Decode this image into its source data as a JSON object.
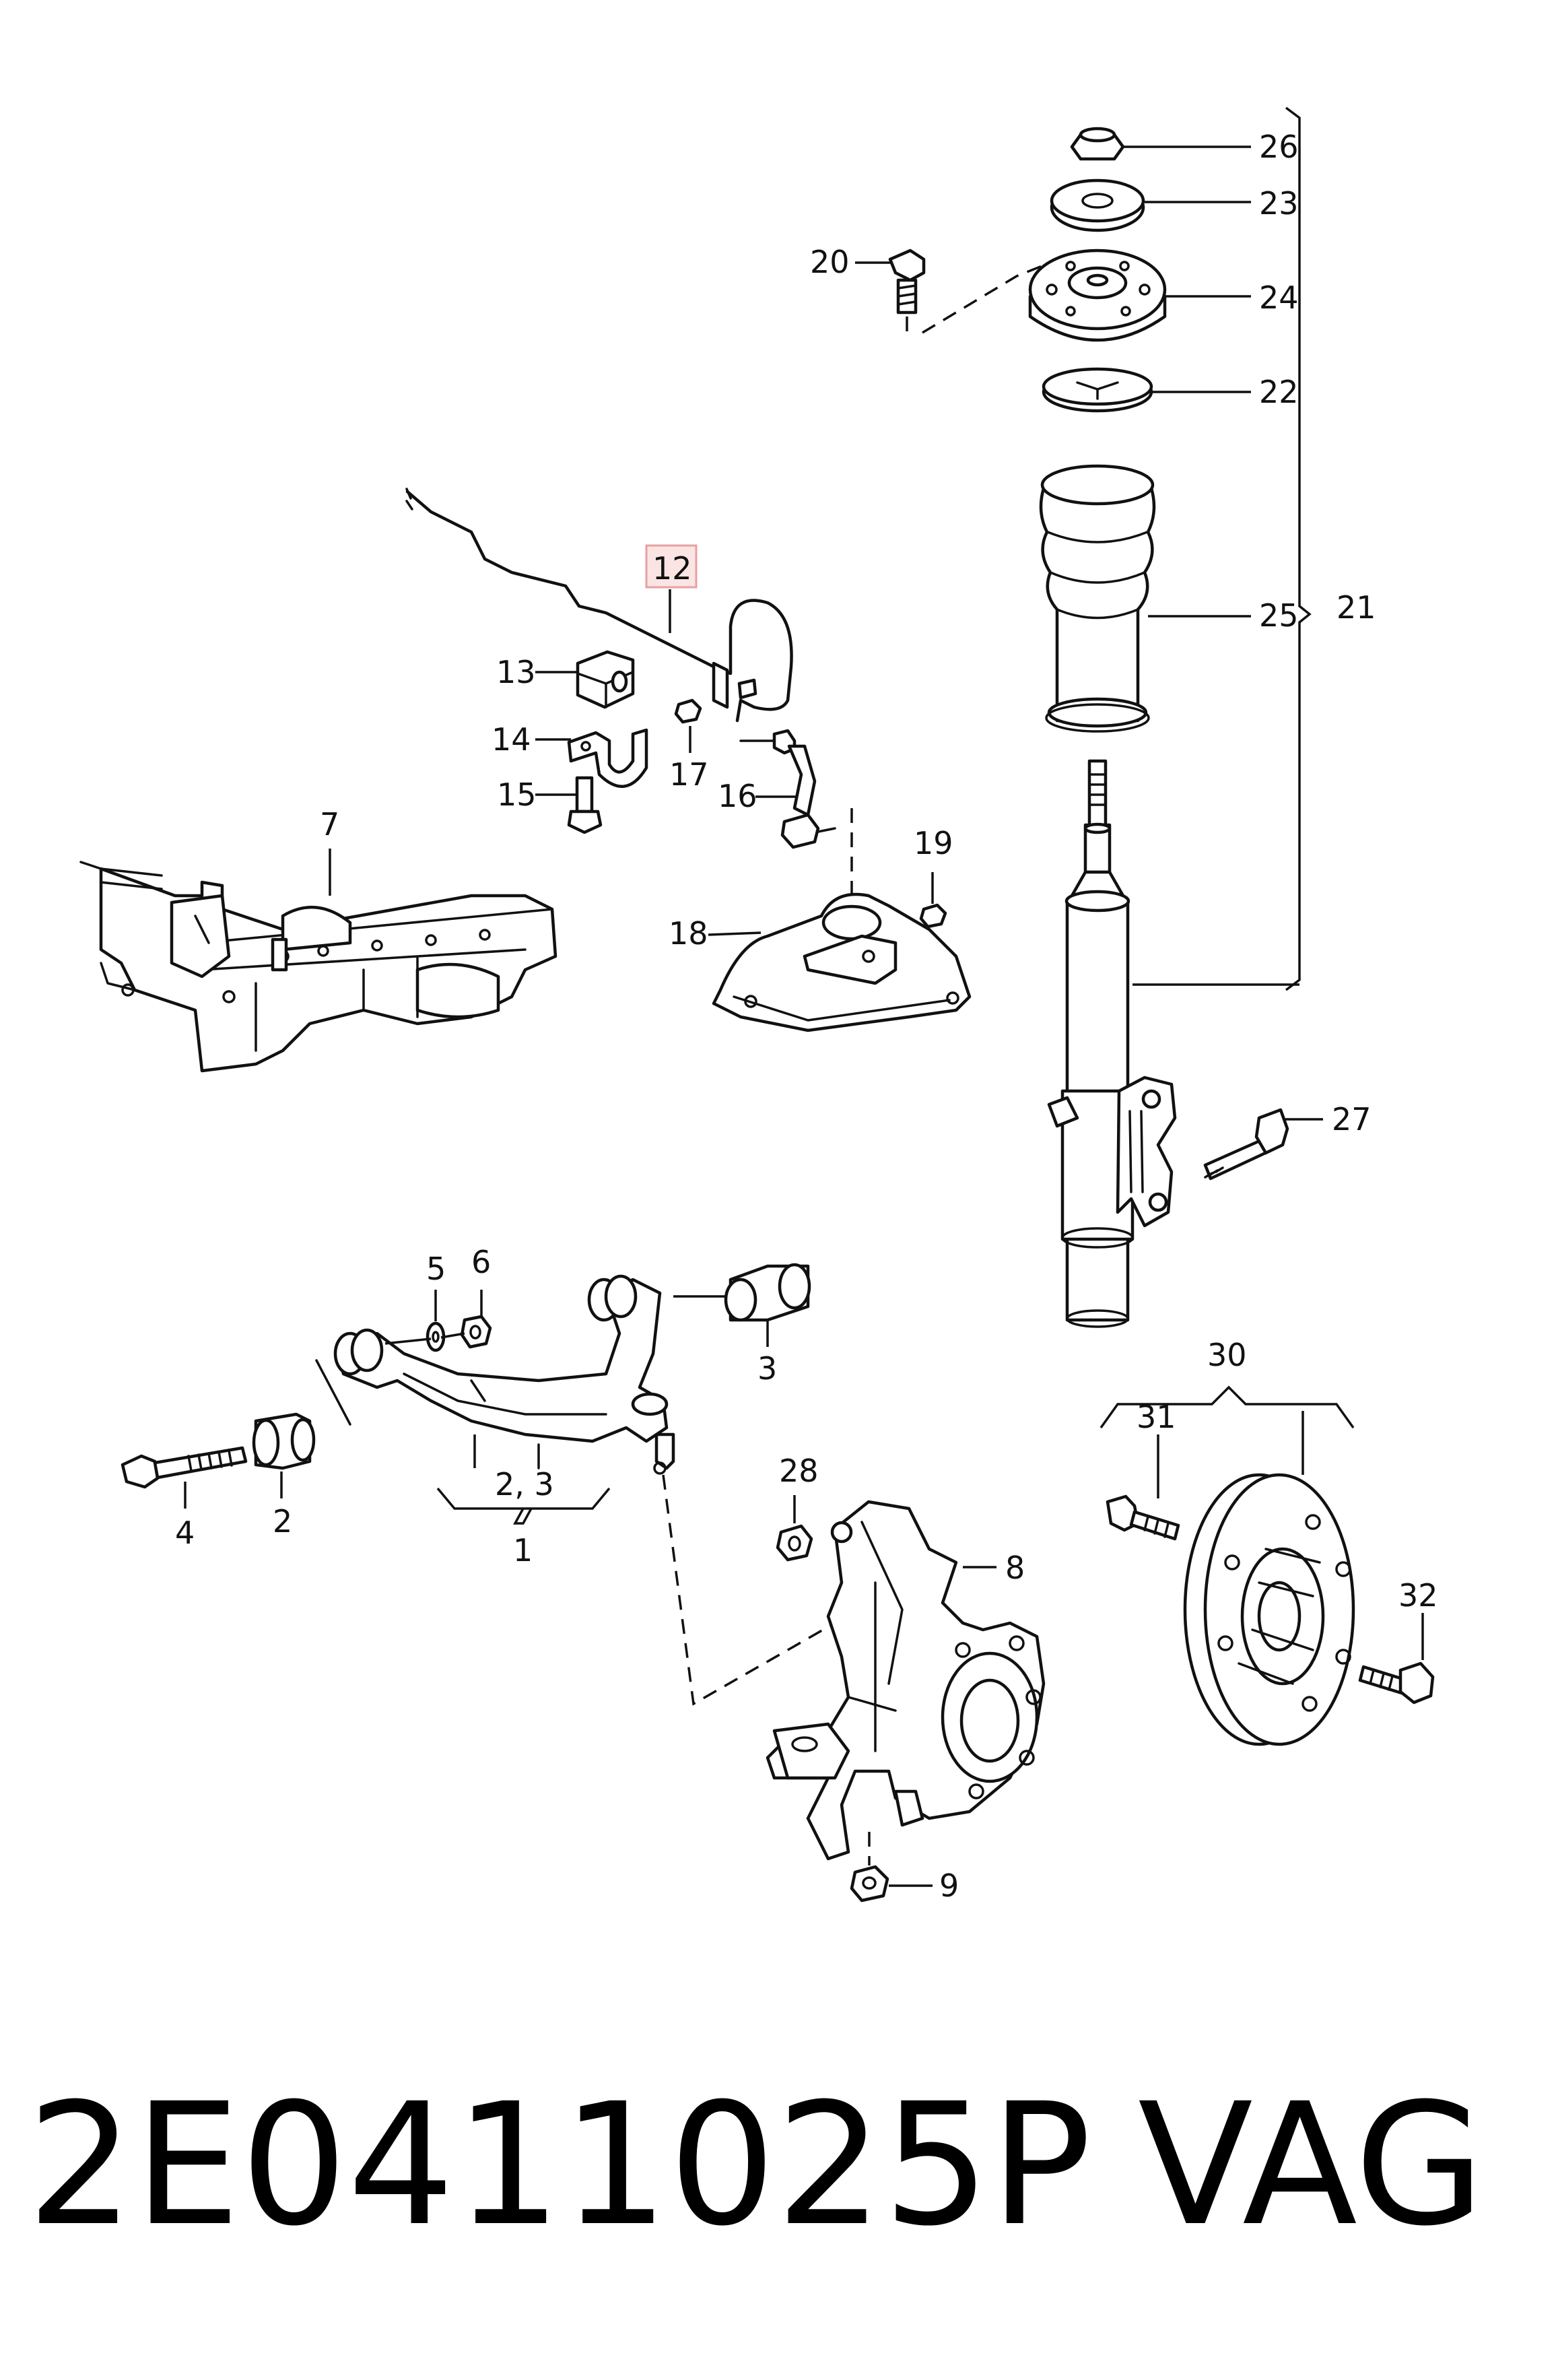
{
  "callouts": {
    "c1": "1",
    "c2": "2",
    "c23": "2,  3",
    "c3": "3",
    "c4": "4",
    "c5": "5",
    "c6": "6",
    "c7": "7",
    "c8": "8",
    "c9": "9",
    "c12": "12",
    "c13": "13",
    "c14": "14",
    "c15": "15",
    "c16": "16",
    "c17": "17",
    "c18": "18",
    "c19": "19",
    "c20": "20",
    "c21": "21",
    "c22": "22",
    "c23b": "23",
    "c24": "24",
    "c25": "25",
    "c26": "26",
    "c27": "27",
    "c28": "28",
    "c30": "30",
    "c31": "31",
    "c32": "32"
  },
  "highlight_color": "#e8a0a0",
  "footer": {
    "part_number": "2E0411025P",
    "brand": "VAG"
  }
}
